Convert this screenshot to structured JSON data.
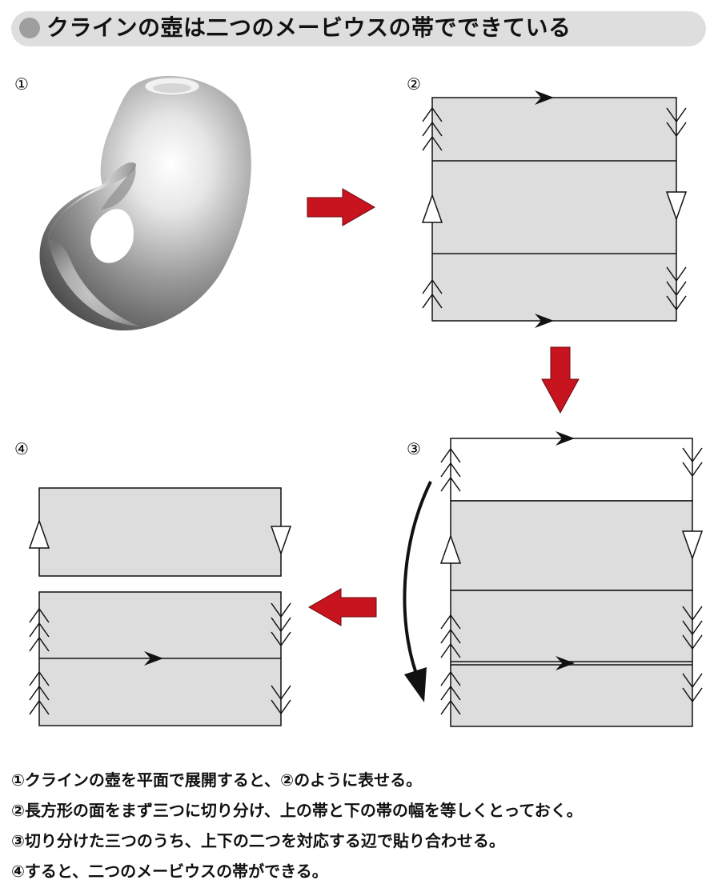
{
  "title": "クラインの壺は二つのメービウスの帯でできている",
  "step_labels": [
    "①",
    "②",
    "③",
    "④"
  ],
  "captions": [
    "①クラインの壺を平面で展開すると、②のように表せる。",
    "②長方形の面をまず三つに切り分け、上の帯と下の帯の幅を等しくとっておく。",
    "③切り分けた三つのうち、上下の二つを対応する辺で貼り合わせる。",
    "④すると、二つのメービウスの帯ができる。"
  ],
  "colors": {
    "title_bar": "#dedede",
    "title_dot": "#9e9e9e",
    "panel_fill": "#dddddd",
    "arrow_red": "#c8141e",
    "line": "#111111"
  }
}
